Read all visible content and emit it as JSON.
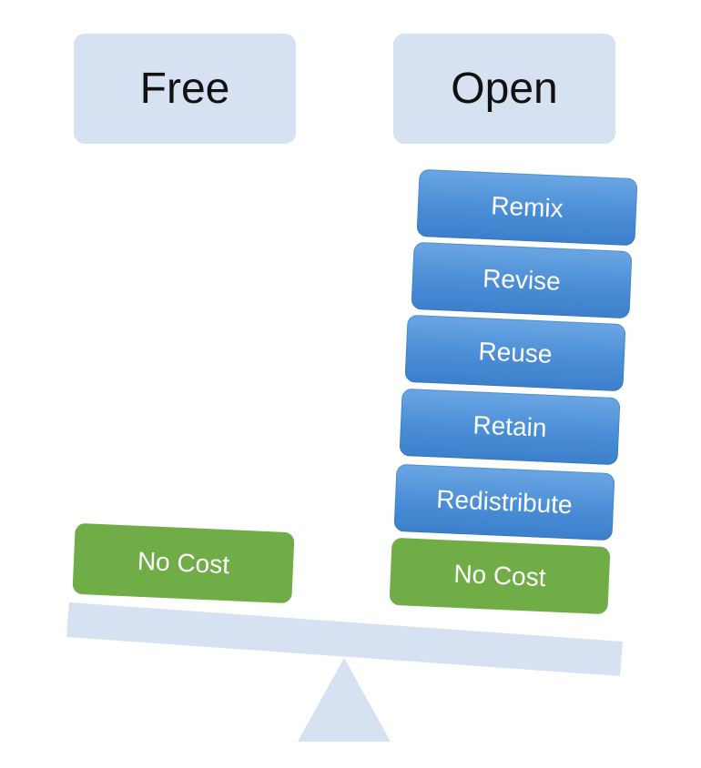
{
  "headers": {
    "free": "Free",
    "open": "Open"
  },
  "free_stack": {
    "no_cost": "No Cost"
  },
  "open_stack": {
    "remix": "Remix",
    "revise": "Revise",
    "reuse": "Reuse",
    "retain": "Retain",
    "redistribute": "Redistribute",
    "no_cost": "No Cost"
  },
  "colors": {
    "header_fill": "#d6e1f1",
    "blue_block": "#4b8ed7",
    "green_block": "#70ad47",
    "scale": "#d6e1f1"
  }
}
